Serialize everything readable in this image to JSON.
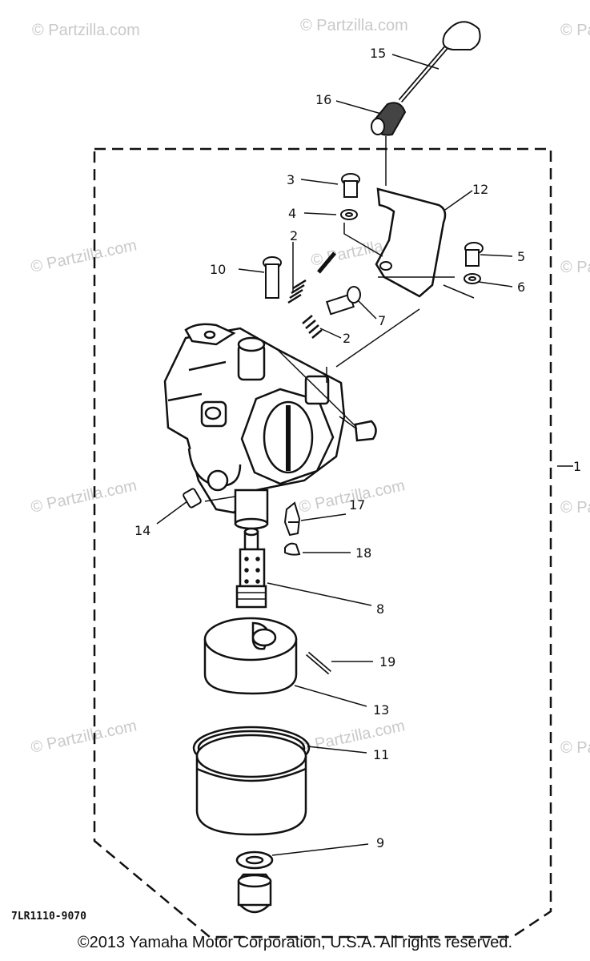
{
  "diagram": {
    "ref_code": "7LR1110-9070",
    "callouts": {
      "c1": "1",
      "c2a": "2",
      "c2b": "2",
      "c3": "3",
      "c4": "4",
      "c5": "5",
      "c6": "6",
      "c7": "7",
      "c8": "8",
      "c9": "9",
      "c10": "10",
      "c11": "11",
      "c12": "12",
      "c13": "13",
      "c14": "14",
      "c15": "15",
      "c16": "16",
      "c17": "17",
      "c18": "18",
      "c19": "19"
    },
    "watermark": "© Partzilla.com"
  },
  "footer": {
    "copyright": "©2013 Yamaha Motor Corporation, U.S.A. All rights reserved."
  }
}
